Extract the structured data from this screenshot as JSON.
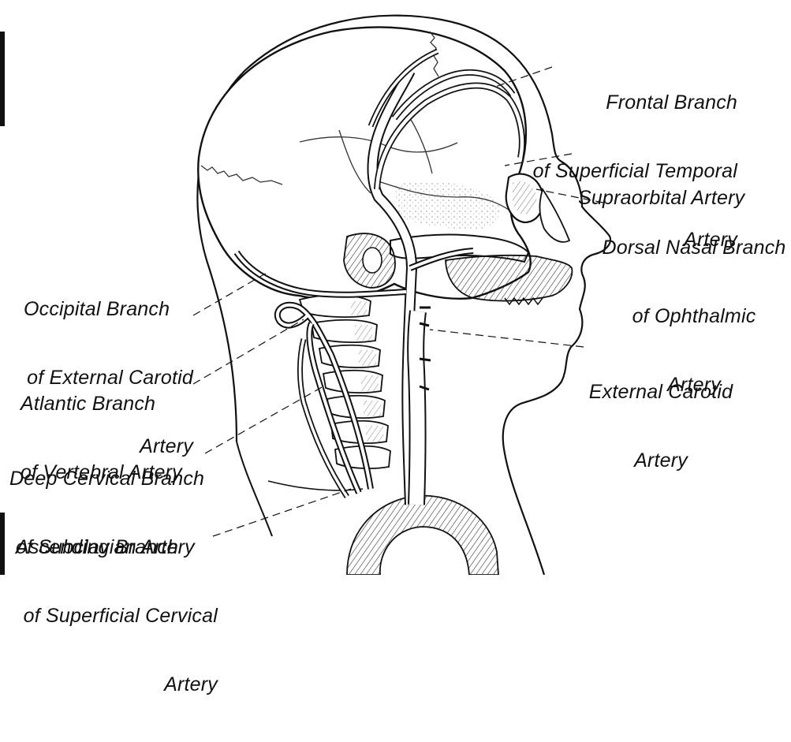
{
  "colors": {
    "ink": "#111111",
    "paper": "#ffffff",
    "bone": "#f2f2f2"
  },
  "labels": {
    "frontal": [
      "Frontal Branch",
      "of Superficial Temporal",
      "Artery"
    ],
    "supraorbital": [
      "Supraorbital Artery"
    ],
    "dorsal_nasal": [
      "Dorsal Nasal Branch",
      "of Ophthalmic",
      "Artery"
    ],
    "external_carotid": [
      "External Carotid",
      "Artery"
    ],
    "occipital": [
      "Occipital Branch",
      "of External Carotid",
      "Artery"
    ],
    "atlantic": [
      "Atlantic Branch",
      "of Vertebral Artery"
    ],
    "deep_cervical": [
      "Deep Cervical Branch",
      "of Subclavian Artery"
    ],
    "ascending": [
      "Ascending Branch",
      "of Superficial Cervical",
      "Artery"
    ]
  }
}
